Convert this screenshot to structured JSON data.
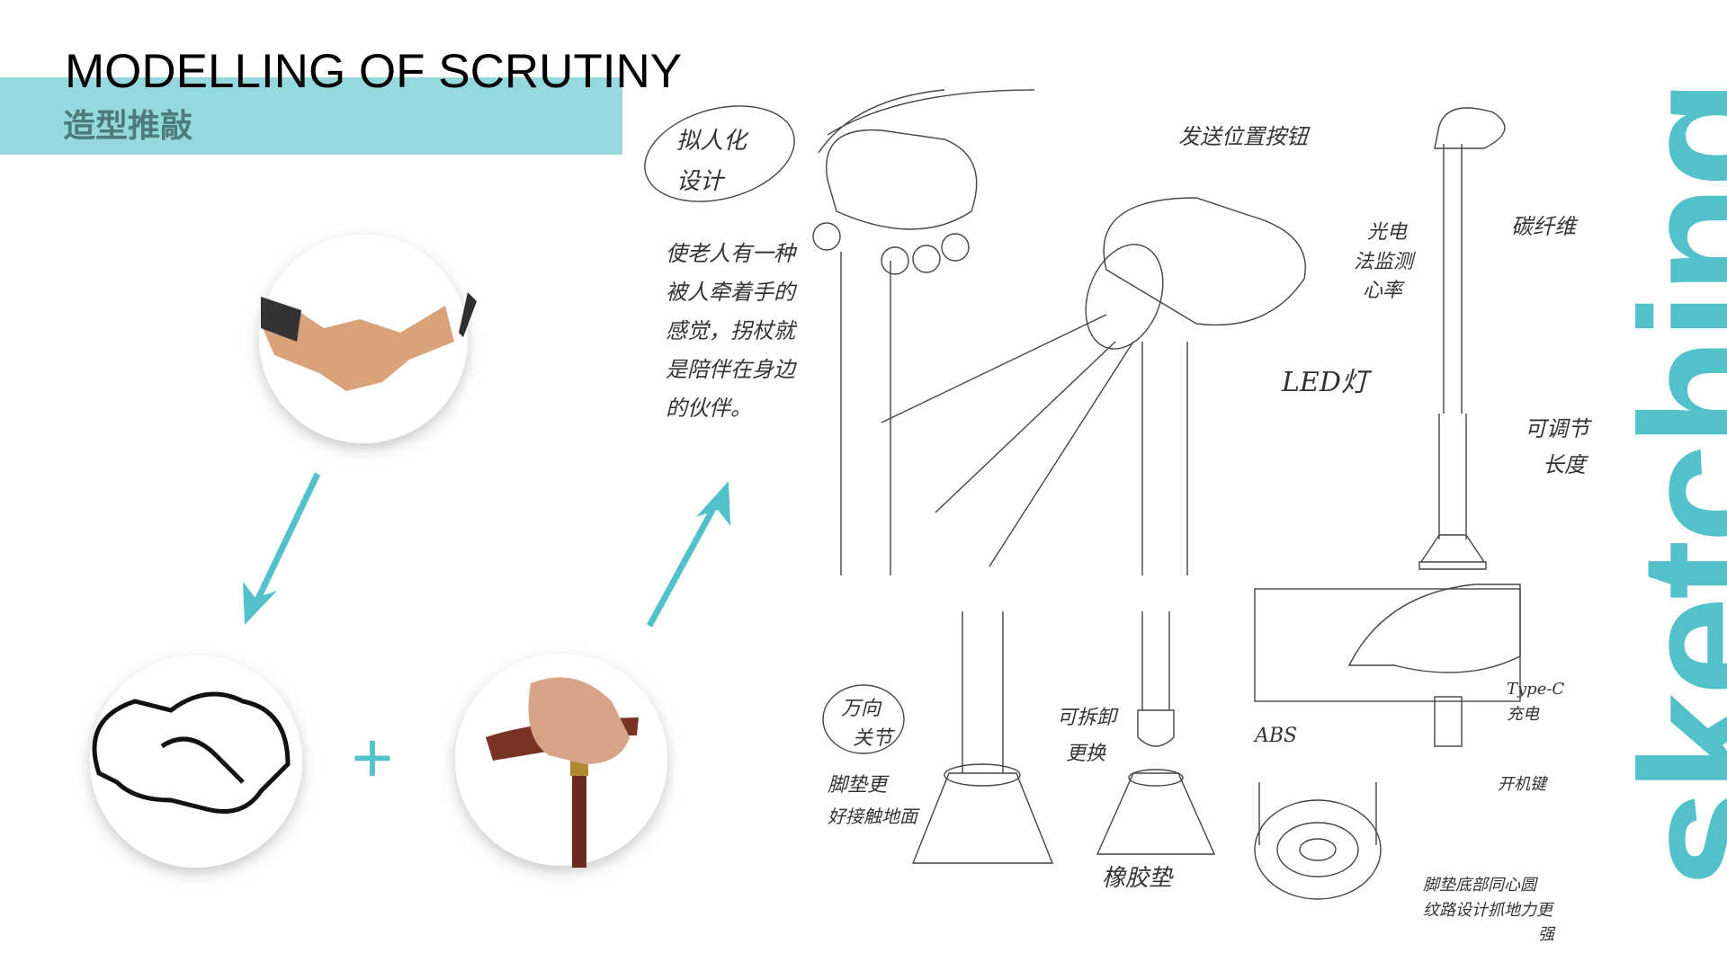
{
  "header": {
    "title": "MODELLING OF SCRUTINY",
    "subtitle": "造型推敲"
  },
  "side_label": "sketching",
  "accent": "#52c1c9",
  "band_color": "#95d9de",
  "concept": {
    "plus": "+",
    "images": [
      "handshake-photo",
      "handshake-outline",
      "cane-grip-photo"
    ]
  },
  "sketch": {
    "concept_bubble": [
      "拟人化",
      "设计"
    ],
    "concept_note": [
      "使老人有一种",
      "被人牵着手的",
      "感觉，拐杖就",
      "是陪伴在身边",
      "的伙伴。"
    ],
    "labels": {
      "send_location": "发送位置按钮",
      "heart_rate": [
        "光电",
        "法监测",
        "心率"
      ],
      "carbon": "碳纤维",
      "led": "LED灯",
      "adjustable": [
        "可调节",
        "长度"
      ],
      "universal_joint": [
        "万向",
        "关节"
      ],
      "pad_note": [
        "脚垫更",
        "好接触地面"
      ],
      "detachable": [
        "可拆卸",
        "更换"
      ],
      "rubber": "橡胶垫",
      "abs": "ABS",
      "typec": [
        "Type-C",
        "充电"
      ],
      "power": "开机键",
      "concentric": [
        "脚垫底部同心圆",
        "纹路设计抓地力更",
        "强"
      ]
    }
  }
}
